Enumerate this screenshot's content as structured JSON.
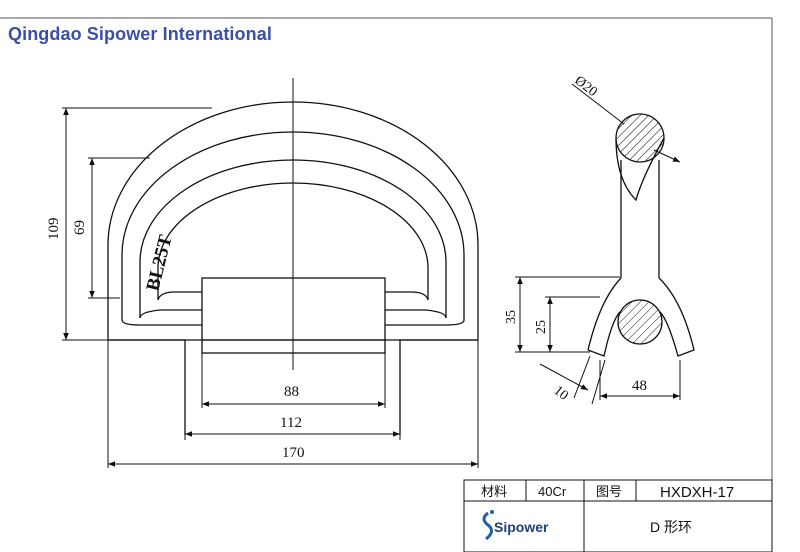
{
  "header": {
    "company": "Qingdao Sipower International"
  },
  "drawing": {
    "marking": "BL25T",
    "front_view": {
      "dimensions": {
        "overall_height": "109",
        "inner_height": "69",
        "base_inner_width": "88",
        "base_outer_width": "112",
        "overall_width": "170"
      }
    },
    "side_view": {
      "dimensions": {
        "rod_diameter": "Ø20",
        "height_35": "35",
        "height_25": "25",
        "thickness_10": "10",
        "width_48": "48"
      }
    }
  },
  "title_block": {
    "material_label": "材料",
    "material_value": "40Cr",
    "drawing_no_label": "图号",
    "drawing_no_value": "HXDXH-17",
    "logo_text": "Sipower",
    "part_name": "D 形环"
  },
  "colors": {
    "brand": "#3a4fa8",
    "line": "#111111"
  }
}
